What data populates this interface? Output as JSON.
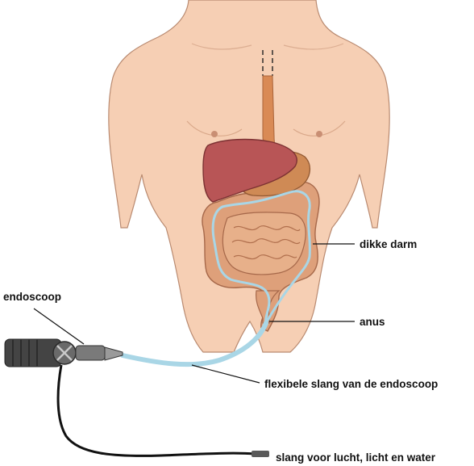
{
  "labels": {
    "large_intestine": "dikke darm",
    "anus": "anus",
    "endoscope": "endoscoop",
    "flexible_tube": "flexibele slang van de endoscoop",
    "air_light_water_tube": "slang voor lucht, licht en water"
  },
  "colors": {
    "skin": "#f6cfb4",
    "skin_outline": "#b98a70",
    "liver": "#b85556",
    "stomach": "#cf8a55",
    "intestine": "#dea07a",
    "endoscope_tube": "#a9d6e6",
    "endoscope_body": "#4a4a4a",
    "cable": "#111111",
    "leader_line": "#111111"
  },
  "icons": {
    "endoscope_control": "endoscope-control-head-icon"
  }
}
